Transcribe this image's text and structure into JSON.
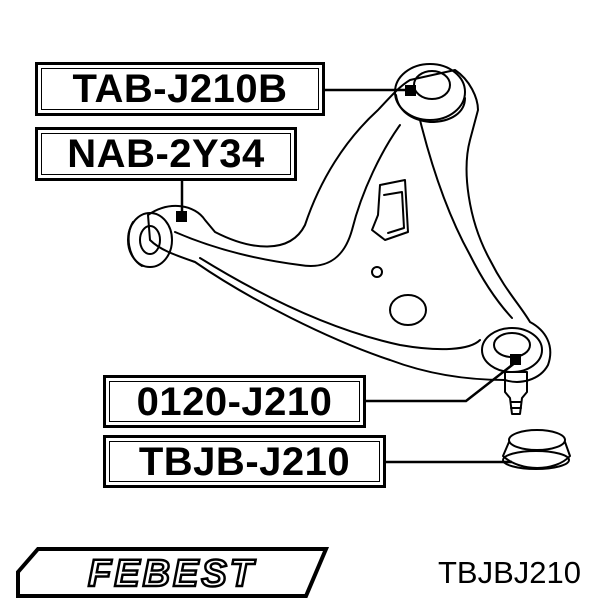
{
  "labels": [
    {
      "id": "bushing-front",
      "text": "TAB-J210B"
    },
    {
      "id": "bushing-rear",
      "text": "NAB-2Y34"
    },
    {
      "id": "ball-joint",
      "text": "0120-J210"
    },
    {
      "id": "boot",
      "text": "TBJB-J210"
    }
  ],
  "brand": {
    "name": "FEBEST"
  },
  "part_number": "TBJBJ210"
}
